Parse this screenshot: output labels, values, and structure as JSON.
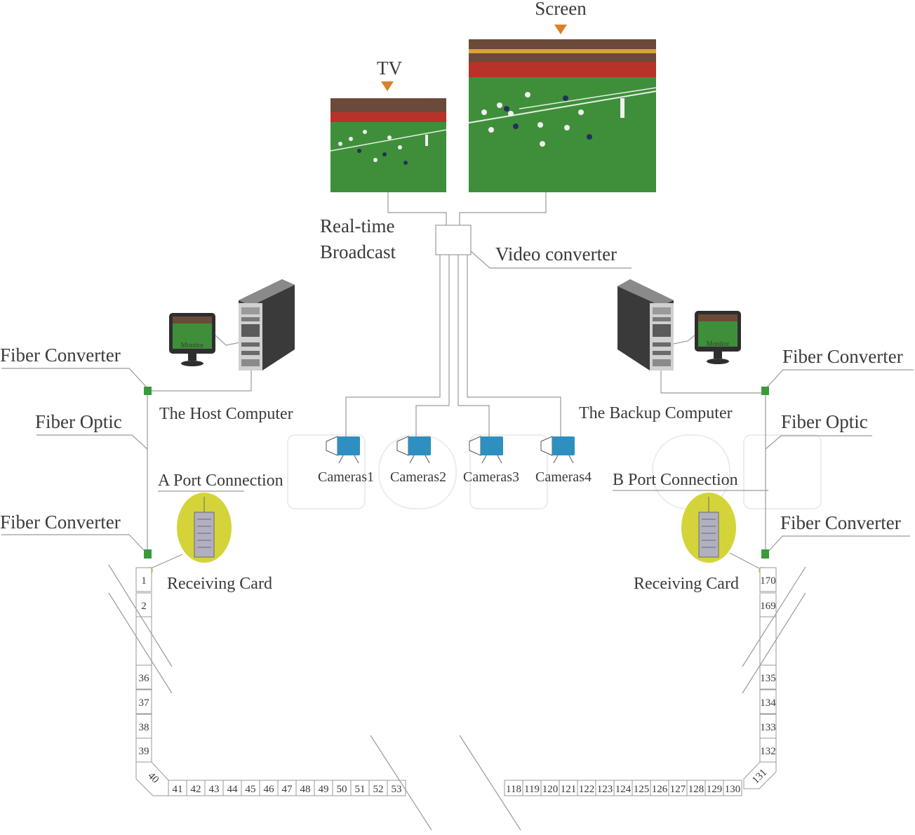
{
  "labels": {
    "screen": "Screen",
    "tv": "TV",
    "realtime_line1": "Real-time",
    "realtime_line2": "Broadcast",
    "video_converter": "Video converter",
    "fiber_converter_tl": "Fiber Converter",
    "fiber_converter_tr": "Fiber Converter",
    "fiber_optic_l": "Fiber Optic",
    "fiber_optic_r": "Fiber Optic",
    "fiber_converter_bl": "Fiber Converter",
    "fiber_converter_br": "Fiber Converter",
    "host_computer": "The Host Computer",
    "backup_computer": "The Backup Computer",
    "a_port": "A Port Connection",
    "b_port": "B Port Connection",
    "receiving_card_l": "Receiving Card",
    "receiving_card_r": "Receiving Card",
    "monitor_l": "Monitor",
    "monitor_r": "Monitor"
  },
  "cameras": [
    "Cameras1",
    "Cameras2",
    "Cameras3",
    "Cameras4"
  ],
  "left_column": [
    "1",
    "2",
    "36",
    "37",
    "38",
    "39"
  ],
  "corner_left": "40",
  "bottom_left": [
    "41",
    "42",
    "43",
    "44",
    "45",
    "46",
    "47",
    "48",
    "49",
    "50",
    "51",
    "52",
    "53"
  ],
  "bottom_right": [
    "118",
    "119",
    "120",
    "121",
    "122",
    "123",
    "124",
    "125",
    "126",
    "127",
    "128",
    "129",
    "130"
  ],
  "corner_right": "131",
  "right_column": [
    "170",
    "169",
    "135",
    "134",
    "133",
    "132"
  ],
  "colors": {
    "camera_blue": "#2f8fc0",
    "converter_green": "#3a9a3a",
    "arrow_orange": "#d9822b",
    "card_yellow": "#d4d43a",
    "pitch_green": "#3f8f3a"
  }
}
